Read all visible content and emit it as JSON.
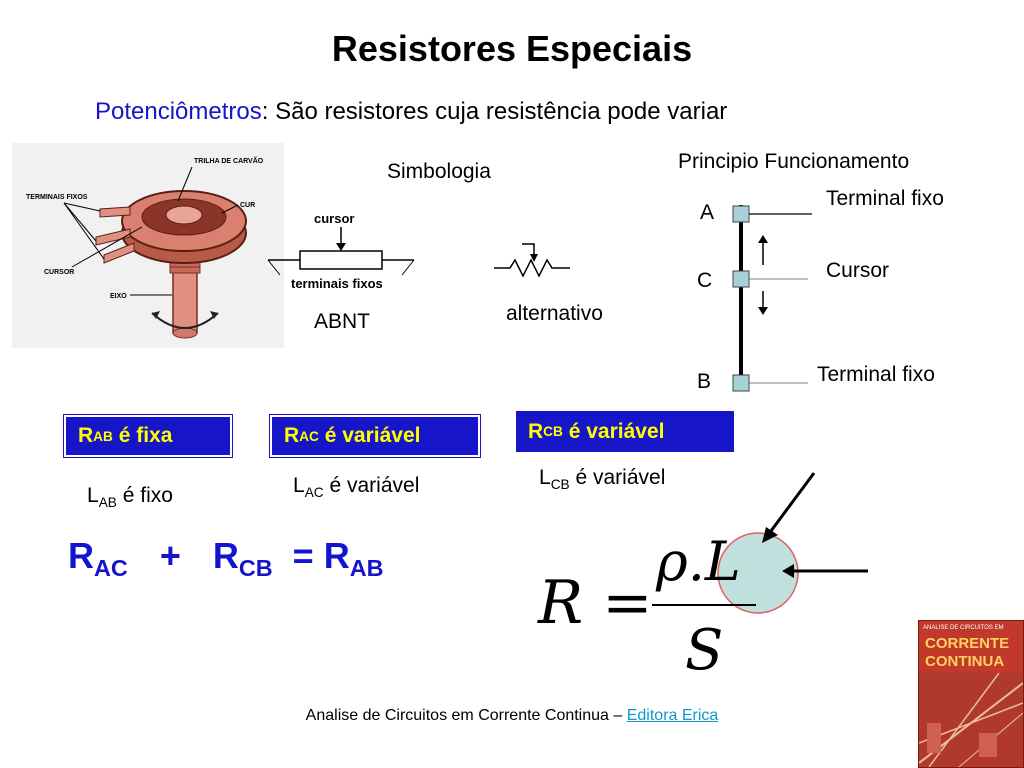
{
  "slide": {
    "title": "Resistores Especiais",
    "subtitle_term": "Potenciômetros",
    "subtitle_rest": ": São resistores cuja resistência pode variar"
  },
  "photo": {
    "labels": {
      "trilha": "TRILHA DE CARVÃO",
      "terminais": "TERMINAIS FIXOS",
      "cursor": "CURSOR",
      "eixo": "EIXO",
      "cur": "CUR"
    }
  },
  "symbols": {
    "heading": "Simbologia",
    "abnt_cursor": "cursor",
    "abnt_terminais": "terminais fixos",
    "abnt_label": "ABNT",
    "alt_label": "alternativo"
  },
  "principle": {
    "heading": "Principio Funcionamento",
    "a": "A",
    "c": "C",
    "b": "B",
    "terminal_fixo_top": "Terminal fixo",
    "cursor": "Cursor",
    "terminal_fixo_bottom": "Terminal fixo"
  },
  "boxes": [
    {
      "r": "R",
      "sub": "AB",
      "text": "é fixa"
    },
    {
      "r": "R",
      "sub": "AC",
      "text": "é variável"
    },
    {
      "r": "R",
      "sub": "CB",
      "text": "é variável"
    }
  ],
  "lengths": [
    {
      "l": "L",
      "sub": "AB",
      "text": "é fixo"
    },
    {
      "l": "L",
      "sub": "AC",
      "text": "é variável"
    },
    {
      "l": "L",
      "sub": "CB",
      "text": "é variável"
    }
  ],
  "equation": {
    "r1": "R",
    "s1": "AC",
    "plus": "+",
    "r2": "R",
    "s2": "CB",
    "eq": "=",
    "r3": "R",
    "s3": "AB"
  },
  "formula": {
    "lhs": "R =",
    "rho": "ρ",
    "dot": ".",
    "l": "L",
    "s": "S"
  },
  "footer": {
    "text": "Analise de Circuitos em Corrente Continua – ",
    "link": "Editora Erica"
  },
  "book": {
    "small": "ANALISE DE CIRCUITOS EM",
    "title1": "CORRENTE",
    "title2": "CONTINUA"
  },
  "colors": {
    "blue_text": "#1414cc",
    "box_bg": "#1616c8",
    "box_text": "#ffff00",
    "terminal": "#a8d0d8",
    "circle": "#bfe0dc",
    "link": "#1199cc"
  }
}
